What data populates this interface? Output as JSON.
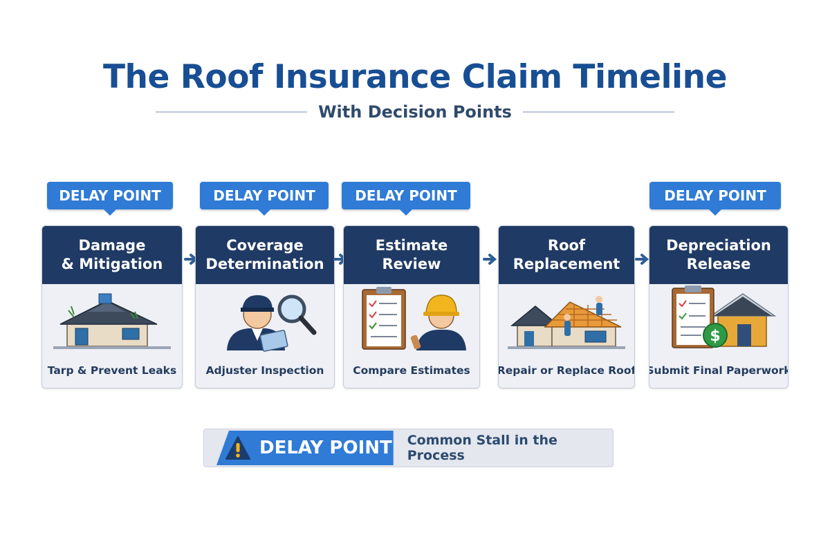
{
  "title": "The Roof Insurance Claim Timeline",
  "subtitle": "With Decision Points",
  "delay_label": "DELAY POINT",
  "steps": [
    {
      "title": "Damage\n& Mitigation",
      "caption": "Tarp & Prevent Leaks",
      "delay_point": true,
      "icon": "damaged-house-icon"
    },
    {
      "title": "Coverage\nDetermination",
      "caption": "Adjuster Inspection",
      "delay_point": true,
      "icon": "adjuster-magnifier-icon"
    },
    {
      "title": "Estimate\nReview",
      "caption": "Compare Estimates",
      "delay_point": true,
      "icon": "clipboard-worker-icon"
    },
    {
      "title": "Roof\nReplacement",
      "caption": "Repair or Replace Roof",
      "delay_point": false,
      "icon": "roofers-house-icon"
    },
    {
      "title": "Depreciation\nRelease",
      "caption": "Submit Final Paperwork",
      "delay_point": true,
      "icon": "paperwork-house-money-icon"
    }
  ],
  "legend": {
    "badge": "DELAY POINT",
    "text": "Common Stall in the Process",
    "icon": "warning-icon"
  },
  "colors": {
    "title": "#184e93",
    "card_header": "#1f3a64",
    "badge": "#2f7bd6",
    "card_body": "#eef0f5"
  }
}
